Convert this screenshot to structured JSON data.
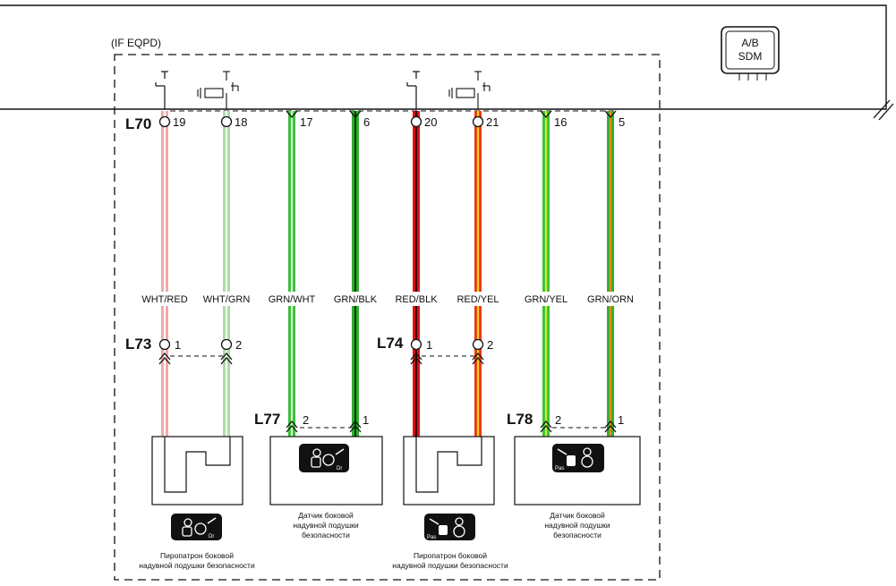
{
  "option_label": "(IF EQPD)",
  "module": {
    "line1": "A/B",
    "line2": "SDM"
  },
  "connectors": {
    "top": "L70",
    "l73": "L73",
    "l74": "L74",
    "l77": "L77",
    "l78": "L78"
  },
  "wires": [
    {
      "id": "w1",
      "pin": "19",
      "color_label": "WHT/RED",
      "base": "#f1a8a8",
      "stripe": "#ffffff",
      "lower_connector": "L73",
      "lower_pin": "1"
    },
    {
      "id": "w2",
      "pin": "18",
      "color_label": "WHT/GRN",
      "base": "#a9dca4",
      "stripe": "#ffffff",
      "lower_connector": "L73",
      "lower_pin": "2"
    },
    {
      "id": "w3",
      "pin": "17",
      "color_label": "GRN/WHT",
      "base": "#38c038",
      "stripe": "#d8f5d4",
      "lower_connector": "L77",
      "lower_pin": "2"
    },
    {
      "id": "w4",
      "pin": "6",
      "color_label": "GRN/BLK",
      "base": "#2fae2f",
      "stripe": "#0e3a0e",
      "lower_connector": "L77",
      "lower_pin": "1"
    },
    {
      "id": "w5",
      "pin": "20",
      "color_label": "RED/BLK",
      "base": "#e01414",
      "stripe": "#3a0505",
      "lower_connector": "L74",
      "lower_pin": "1"
    },
    {
      "id": "w6",
      "pin": "21",
      "color_label": "RED/YEL",
      "base": "#e83a18",
      "stripe": "#f7d21a",
      "lower_connector": "L74",
      "lower_pin": "2"
    },
    {
      "id": "w7",
      "pin": "16",
      "color_label": "GRN/YEL",
      "base": "#39c339",
      "stripe": "#cdeb3a",
      "lower_connector": "L78",
      "lower_pin": "2"
    },
    {
      "id": "w8",
      "pin": "5",
      "color_label": "GRN/ORN",
      "base": "#30b030",
      "stripe": "#e2901a",
      "lower_connector": "L78",
      "lower_pin": "1"
    }
  ],
  "lower_pins": {
    "l73_1": "1",
    "l73_2": "2",
    "l74_1": "1",
    "l74_2": "2",
    "l77_2": "2",
    "l77_1": "1",
    "l78_2": "2",
    "l78_1": "1"
  },
  "components": {
    "c1": {
      "caption_line1": "Пиропатрон боковой",
      "caption_line2": "надувной подушки безопасности",
      "icon_tag": "Dr"
    },
    "c2": {
      "caption_line1": "Датчик боковой",
      "caption_line2": "надувной подушки",
      "caption_line3": "безопасности",
      "icon_tag": "Dr"
    },
    "c3": {
      "caption_line1": "Пиропатрон боковой",
      "caption_line2": "надувной подушки безопасности",
      "icon_tag": "Pas"
    },
    "c4": {
      "caption_line1": "Датчик боковой",
      "caption_line2": "надувной подушки",
      "caption_line3": "безопасности",
      "icon_tag": "Pas"
    }
  },
  "colors": {
    "line": "#111111",
    "dash": "#111111"
  }
}
